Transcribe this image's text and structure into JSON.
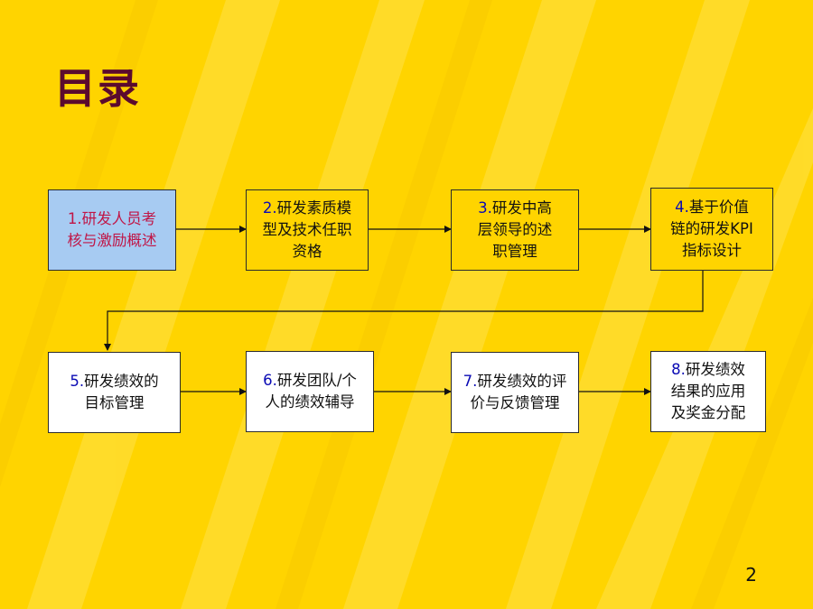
{
  "title": "目录",
  "page_number": "2",
  "colors": {
    "background": "#FFD400",
    "title": "#5B0A2E",
    "current_box": "#A7CBF2",
    "current_text": "#C01546",
    "number": "#0A0AB4"
  },
  "steps": [
    {
      "num": "1.",
      "text": "研发人员考\n核与激励概述"
    },
    {
      "num": "2.",
      "text": "研发素质模\n型及技术任职\n资格"
    },
    {
      "num": "3.",
      "text": "研发中高\n层领导的述\n职管理"
    },
    {
      "num": "4.",
      "text": "基于价值\n链的研发KPI\n指标设计"
    },
    {
      "num": "5.",
      "text": "研发绩效的\n目标管理"
    },
    {
      "num": "6.",
      "text": "研发团队/个\n人的绩效辅导"
    },
    {
      "num": "7.",
      "text": "研发绩效的评\n价与反馈管理"
    },
    {
      "num": "8.",
      "text": "研发绩效\n结果的应用\n及奖金分配"
    }
  ]
}
